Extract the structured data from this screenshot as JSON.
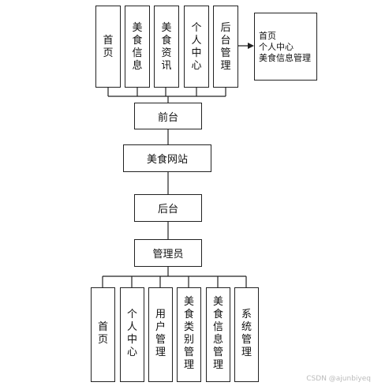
{
  "top_menu": [
    "首\n页",
    "美\n食\n信\n息",
    "美\n食\n资\n讯",
    "个\n人\n中\n心",
    "后\n台\n管\n理"
  ],
  "front_label": "前台",
  "site_label": "美食网站",
  "back_label": "后台",
  "admin_label": "管理员",
  "callout": "首页\n个人中心\n美食信息管理",
  "bottom_menu": [
    "首\n页",
    "个\n人\n中\n心",
    "用\n户\n管\n理",
    "美\n食\n类\n别\n管\n理",
    "美\n食\n信\n息\n管\n理",
    "系\n统\n管\n理"
  ],
  "watermark": "CSDN @ajunbiyeq"
}
